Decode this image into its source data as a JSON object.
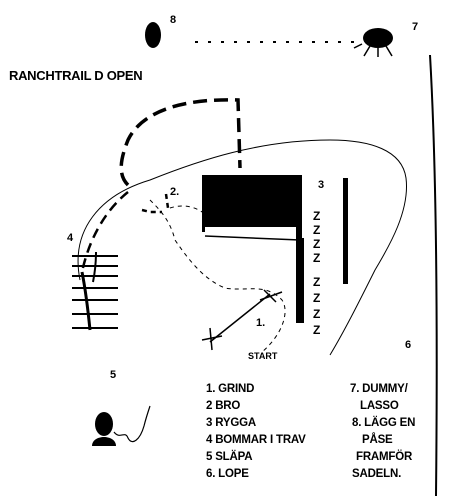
{
  "title": "RANCHTRAIL D OPEN",
  "obstacle_numbers": {
    "n1": "1.",
    "n2": "2.",
    "n3": "3",
    "n4": "4",
    "n5": "5",
    "n6": "6",
    "n7": "7",
    "n8": "8"
  },
  "start_label": "START",
  "z_marks": [
    "Z",
    "Z",
    "Z",
    "Z",
    "Z",
    "Z",
    "Z",
    "Z"
  ],
  "legend_left": [
    "1. GRIND",
    "2 BRO",
    "3 RYGGA",
    "4 BOMMAR I TRAV",
    "5 SLÄPA",
    "6. LOPE"
  ],
  "legend_right": [
    "7. DUMMY/",
    "LASSO",
    "8. LÄGG EN",
    "PÅSE",
    "FRAMFÖR",
    "SADELN."
  ],
  "colors": {
    "ink": "#000000",
    "background": "#ffffff"
  }
}
